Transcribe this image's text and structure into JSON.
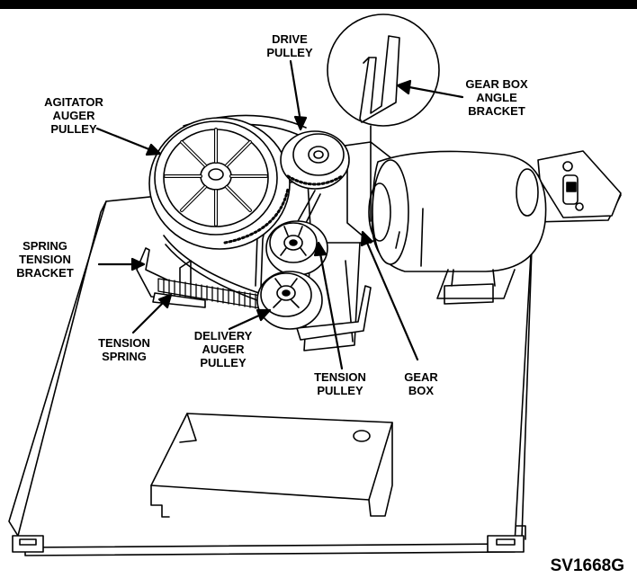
{
  "labels": {
    "drive_pulley": [
      "DRIVE",
      "PULLEY"
    ],
    "gear_box_angle_bracket": [
      "GEAR BOX",
      "ANGLE",
      "BRACKET"
    ],
    "agitator_auger_pulley": [
      "AGITATOR",
      "AUGER",
      "PULLEY"
    ],
    "spring_tension_bracket": [
      "SPRING",
      "TENSION",
      "BRACKET"
    ],
    "tension_spring": [
      "TENSION",
      "SPRING"
    ],
    "delivery_auger_pulley": [
      "DELIVERY",
      "AUGER",
      "PULLEY"
    ],
    "tension_pulley": [
      "TENSION",
      "PULLEY"
    ],
    "gear_box": [
      "GEAR",
      "BOX"
    ]
  },
  "figure_code": "SV1668G",
  "colors": {
    "line": "#000000",
    "background": "#ffffff"
  }
}
